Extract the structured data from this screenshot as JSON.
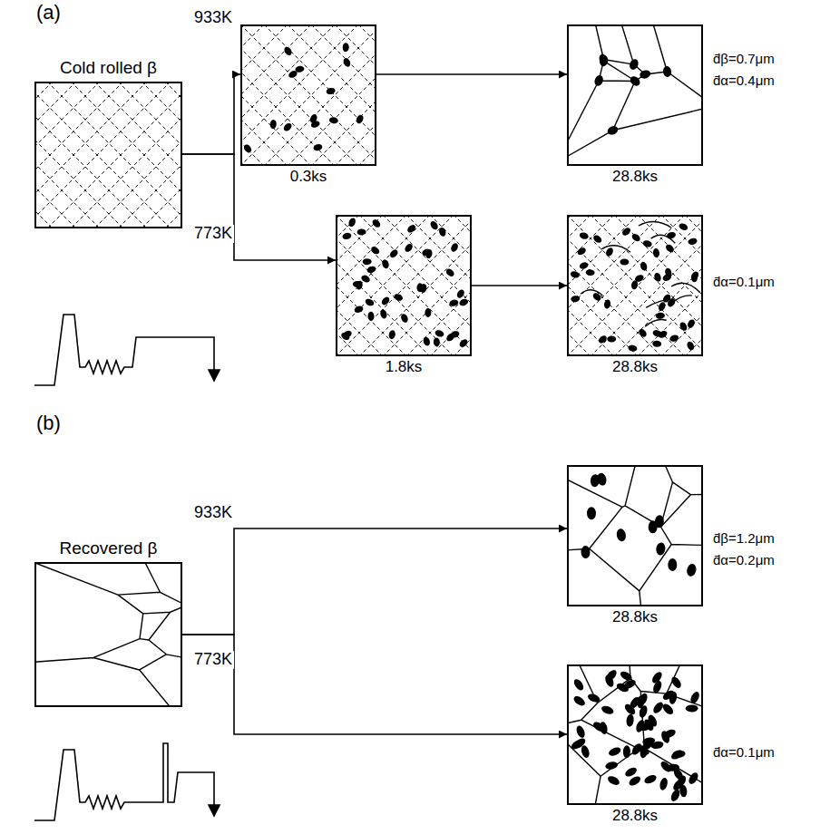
{
  "diagram": {
    "nodes": [
      {
        "text": [
          "Cold rolled β"
        ]
      },
      {
        "text": [
          "0.3ks"
        ]
      },
      {
        "text": [
          "28.8ks"
        ]
      },
      {
        "text": [
          "1.8ks"
        ]
      },
      {
        "text": [
          "28.8ks"
        ]
      },
      {
        "text": [
          "Recovered β"
        ]
      },
      {
        "text": [
          "28.8ks"
        ]
      },
      {
        "text": [
          "28.8ks"
        ]
      }
    ],
    "edges": [
      {
        "from": 0,
        "to": 1,
        "label": "933K",
        "arrow": "to"
      },
      {
        "from": 1,
        "to": 2,
        "arrow": "to"
      },
      {
        "from": 0,
        "to": 3,
        "label": "773K",
        "arrow": "to"
      },
      {
        "from": 3,
        "to": 4,
        "arrow": "to"
      },
      {
        "from": 5,
        "to": 6,
        "label": "933K",
        "arrow": "to"
      },
      {
        "from": 5,
        "to": 7,
        "label": "773K",
        "arrow": "to"
      }
    ],
    "labels": [
      "(a)",
      "(b)",
      "d̄β=0.7μm",
      "d̄α=0.4μm",
      "d̄α=0.1μm",
      "d̄β=1.2μm",
      "d̄α=0.2μm",
      "d̄α=0.1μm"
    ]
  }
}
